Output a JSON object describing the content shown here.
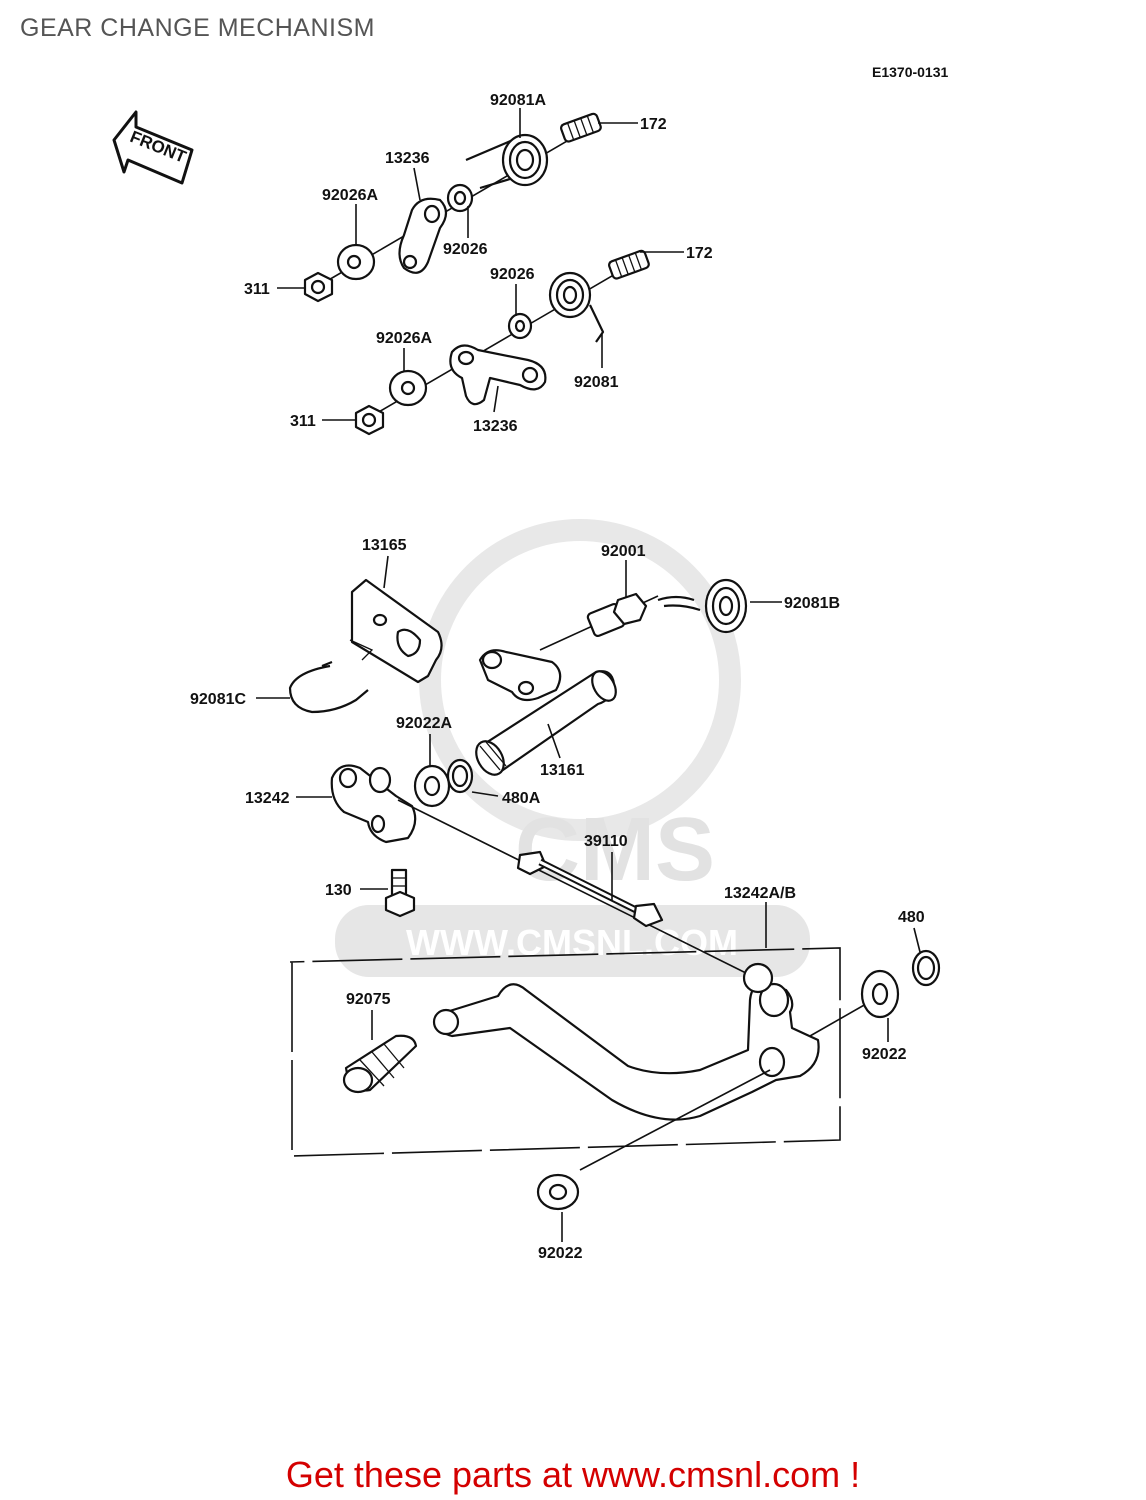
{
  "title": "GEAR CHANGE MECHANISM",
  "diagram_code": "E1370-0131",
  "front_label": "FRONT",
  "footer": "Get these parts at www.cmsnl.com !",
  "watermark": {
    "brand": "CMS",
    "url": "WWW.CMSNL.COM"
  },
  "colors": {
    "footer": "#d40000",
    "title": "#555555",
    "watermark": "#e6e6e6"
  },
  "callouts": {
    "c92081A": "92081A",
    "c172a": "172",
    "c13236a": "13236",
    "c92026Aa": "92026A",
    "c92026a": "92026",
    "c311a": "311",
    "c92026b": "92026",
    "c172b": "172",
    "c92026Ab": "92026A",
    "c92081": "92081",
    "c311b": "311",
    "c13236b": "13236",
    "c13165": "13165",
    "c92001": "92001",
    "c92081B": "92081B",
    "c92081C": "92081C",
    "c92022A": "92022A",
    "c13161": "13161",
    "c13242": "13242",
    "c480A": "480A",
    "c39110": "39110",
    "c130": "130",
    "c13242AB": "13242A/B",
    "c480": "480",
    "c92075": "92075",
    "c92022a": "92022",
    "c92022b": "92022"
  }
}
